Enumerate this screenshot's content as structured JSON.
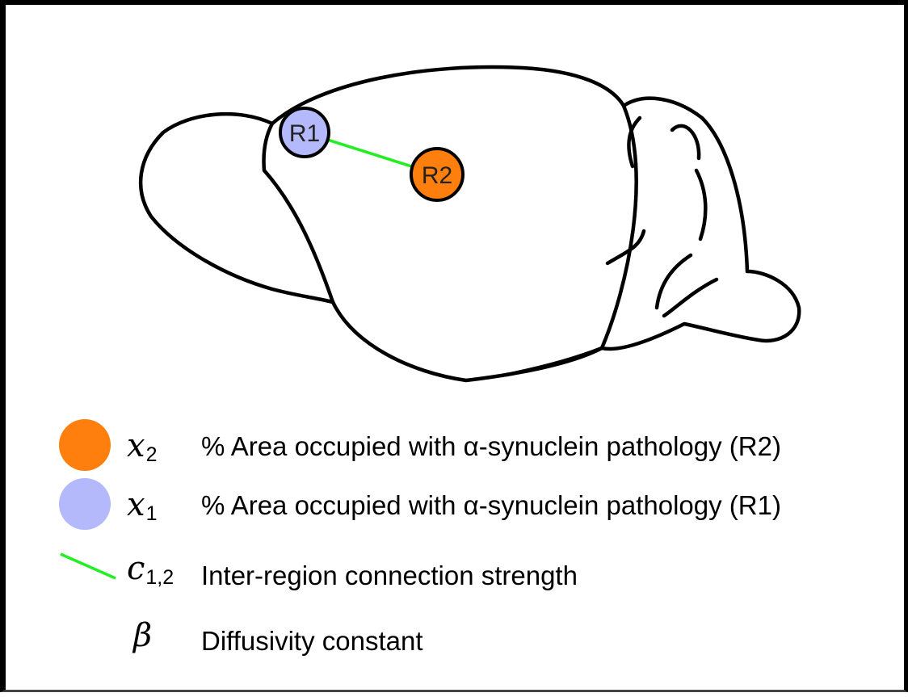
{
  "diagram": {
    "nodes": [
      {
        "id": "R1",
        "label": "R1",
        "color": "#b3b9fa"
      },
      {
        "id": "R2",
        "label": "R2",
        "color": "#ff7f0e"
      }
    ],
    "edge": {
      "from": "R1",
      "to": "R2",
      "color": "#22ee22"
    }
  },
  "legend": [
    {
      "symbol": "x",
      "subscript": "2",
      "description": "% Area occupied with α-synuclein pathology (R2)",
      "swatch": "circle",
      "color": "#ff7f0e"
    },
    {
      "symbol": "x",
      "subscript": "1",
      "description": "% Area occupied with α-synuclein pathology (R1)",
      "swatch": "circle",
      "color": "#b3b9fa"
    },
    {
      "symbol": "c",
      "subscript": "1,2",
      "description": "Inter-region connection strength",
      "swatch": "line",
      "color": "#22ee22"
    },
    {
      "symbol": "β",
      "subscript": "",
      "description": "Diffusivity constant",
      "swatch": "none",
      "color": ""
    }
  ]
}
